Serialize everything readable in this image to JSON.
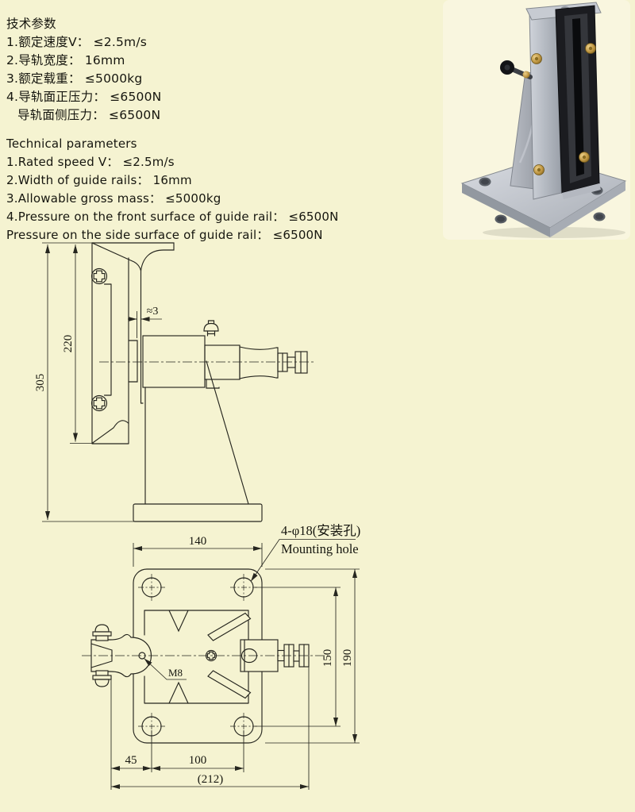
{
  "page": {
    "background": "#f5f3d1",
    "line_color": "#26261f"
  },
  "specs_cn": {
    "title": "技术参数",
    "lines": [
      "1.额定速度V： ≤2.5m/s",
      "2.导轨宽度： 16mm",
      "3.额定载重： ≤5000kg",
      "4.导轨面正压力： ≤6500N",
      "导轨面侧压力： ≤6500N"
    ]
  },
  "specs_en": {
    "title": "Technical parameters",
    "lines": [
      "1.Rated speed V： ≤2.5m/s",
      "2.Width of guide rails： 16mm",
      "3.Allowable gross mass： ≤5000kg",
      "4.Pressure on the front surface of guide rail： ≤6500N",
      "Pressure on the side surface of guide rail： ≤6500N"
    ]
  },
  "side_view": {
    "dim_total_height": "305",
    "dim_shoe_height": "220",
    "dim_gap": "≈3"
  },
  "top_view": {
    "dim_width": "140",
    "dim_hole_spacing_v": "150",
    "dim_plate_height": "190",
    "dim_offset": "45",
    "dim_hole_spacing_h": "100",
    "dim_total_width": "(212)",
    "label_hole_cn": "4-φ18(安装孔)",
    "label_hole_en": "Mounting hole",
    "label_thread": "M8"
  },
  "photo_colors": {
    "metal": "#b4b8c0",
    "insert": "#1b1c20",
    "brass": "#c09a3e"
  }
}
